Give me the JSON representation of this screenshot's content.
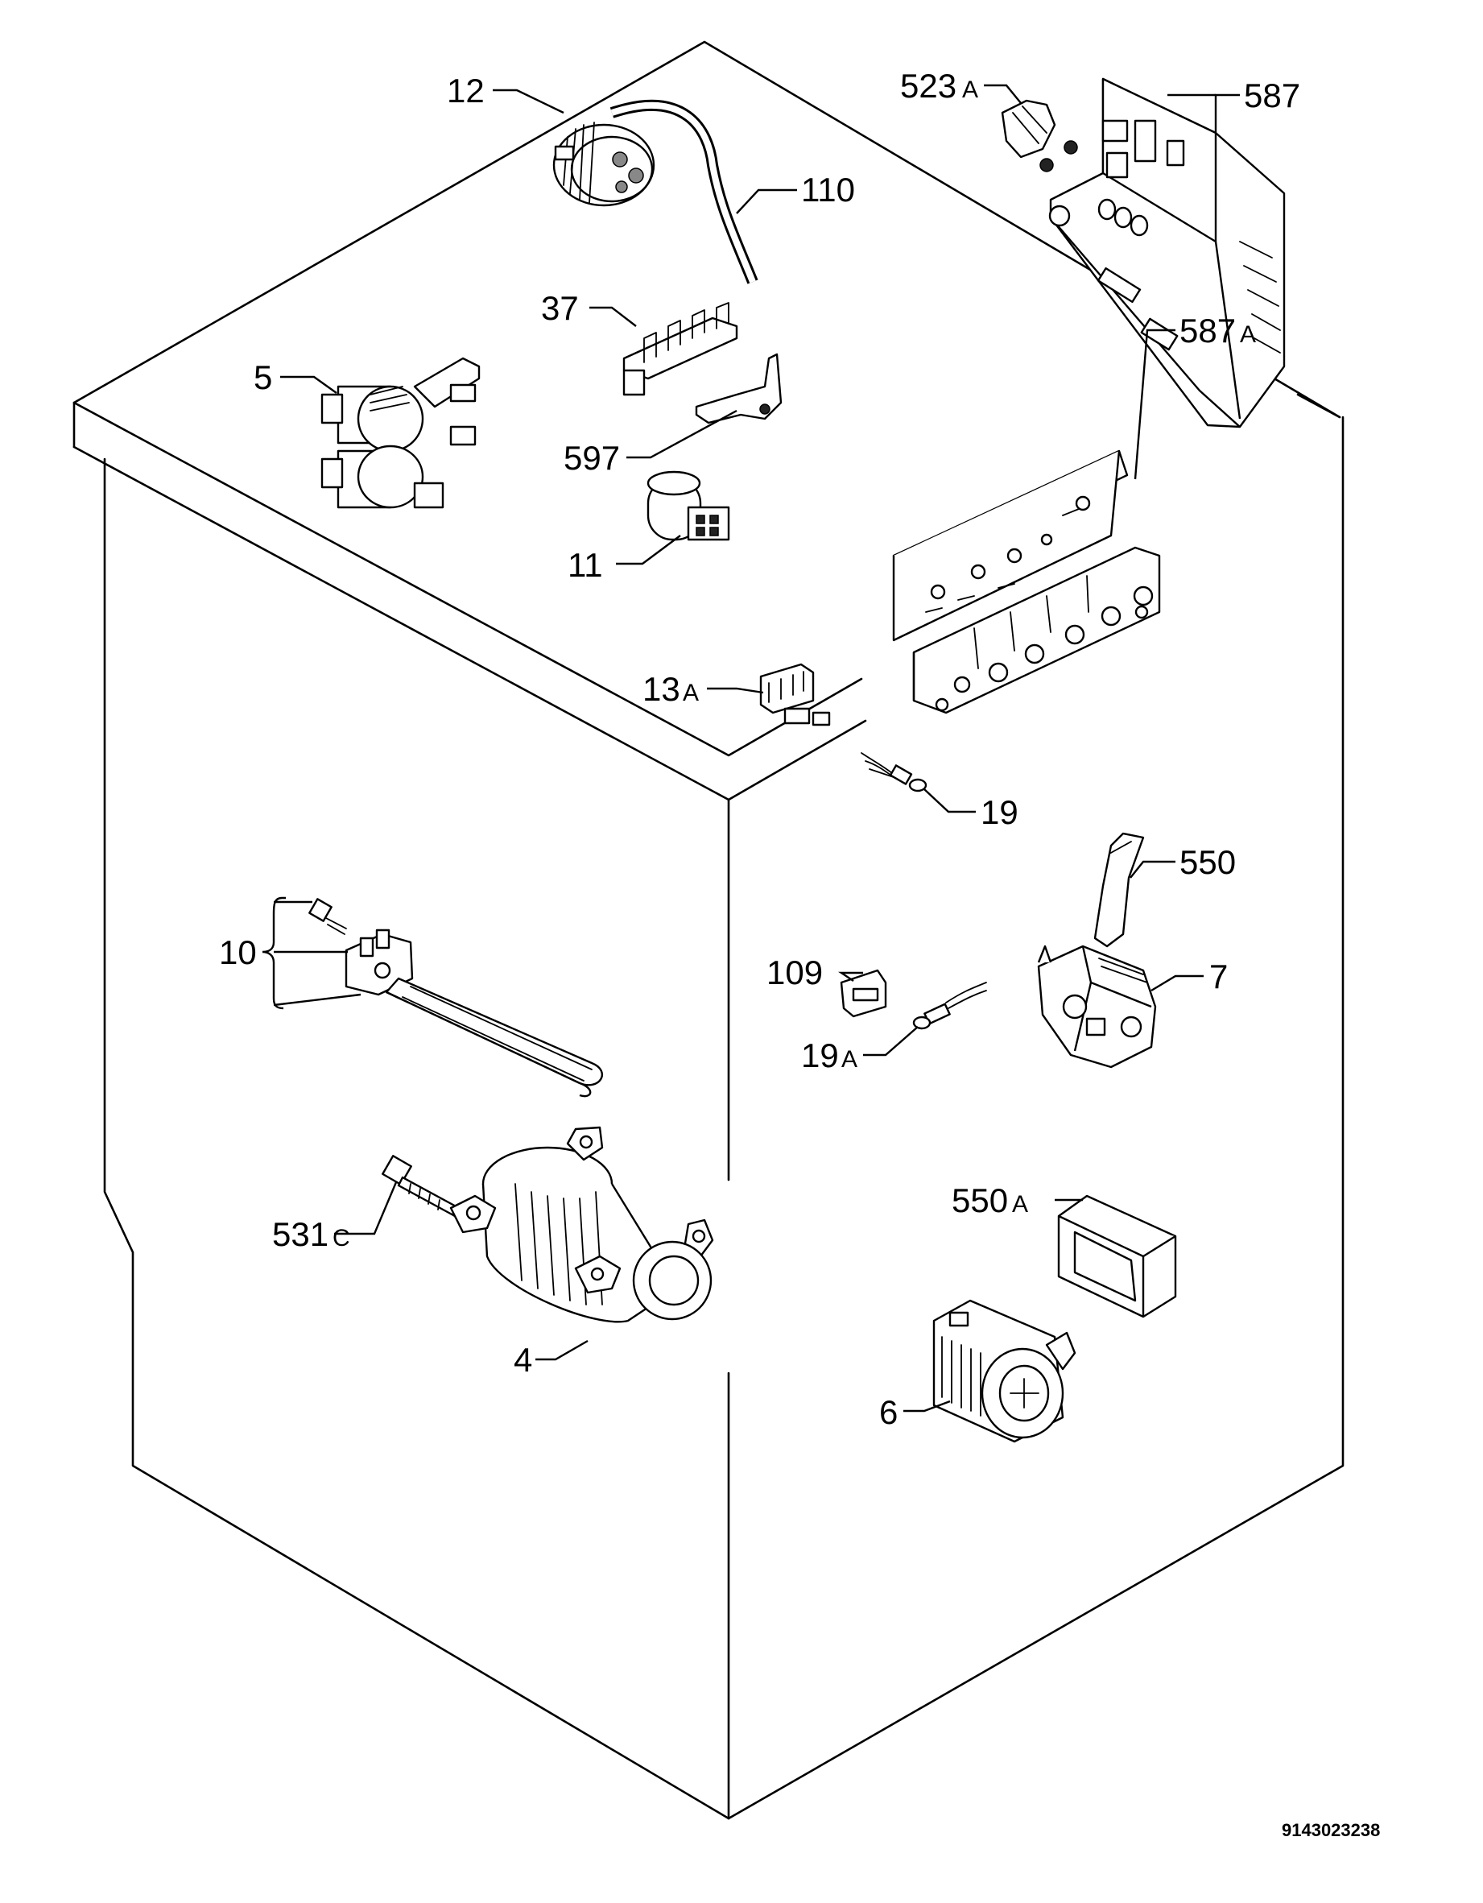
{
  "diagram_code": "9143023238",
  "labels": {
    "p12": "12",
    "p110": "110",
    "p523": "523",
    "p523_suffix": "A",
    "p587": "587",
    "p587a": "587",
    "p587a_suffix": "A",
    "p37": "37",
    "p5": "5",
    "p597": "597",
    "p11": "11",
    "p13a": "13",
    "p13a_suffix": "A",
    "p19": "19",
    "p550": "550",
    "p10": "10",
    "p109": "109",
    "p7": "7",
    "p19a": "19",
    "p19a_suffix": "A",
    "p550a": "550",
    "p550a_suffix": "A",
    "p531c": "531",
    "p531c_suffix": "C",
    "p4": "4",
    "p6": "6"
  }
}
